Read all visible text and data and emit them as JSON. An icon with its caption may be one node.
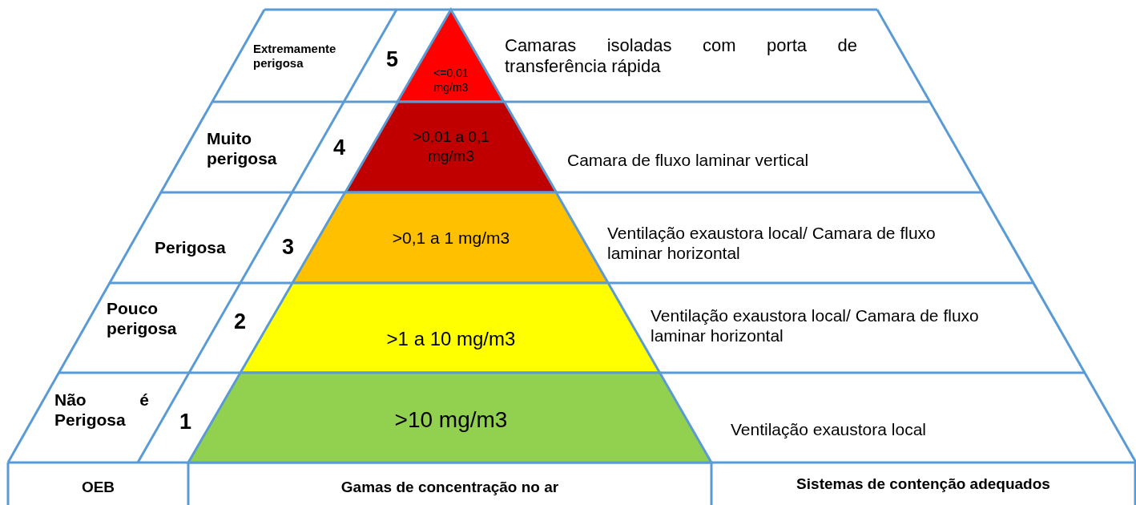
{
  "diagram": {
    "nodes": [
      {
        "text": [
          "<=0,01 mg/m3"
        ]
      },
      {
        "text": [
          ">0,01 a 0,1 mg/m3"
        ]
      },
      {
        "text": [
          ">0,1 a 1 mg/m3"
        ]
      },
      {
        "text": [
          ">1 a 10 mg/m3"
        ]
      },
      {
        "text": [
          ">10 mg/m3"
        ]
      }
    ],
    "edges": [],
    "labels": [
      "Extremamente perigosa",
      "5",
      "Camaras isoladas com porta de transferência rápida",
      "Muito perigosa",
      "4",
      "Camara de fluxo laminar vertical",
      "Perigosa",
      "3",
      "Ventilação exaustora local/ Camara de fluxo laminar horizontal",
      "Pouco perigosa",
      "2",
      "Ventilação exaustora local/ Camara de fluxo laminar horizontal",
      "Não é Perigosa",
      "1",
      "Ventilação exaustora local",
      "OEB",
      "Gamas de concentração no ar",
      "Sistemas de contenção adequados"
    ]
  }
}
